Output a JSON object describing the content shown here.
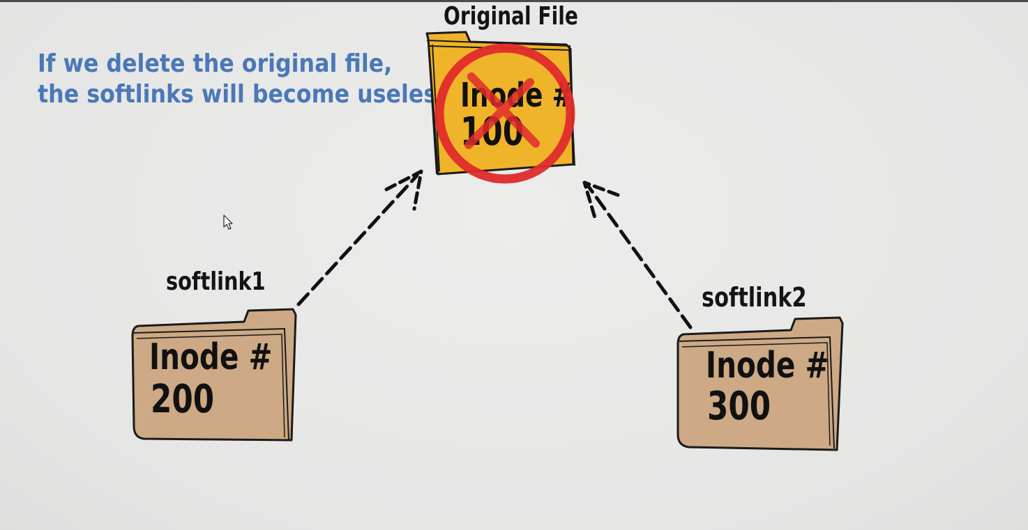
{
  "caption": {
    "line1": "If we delete the original file,",
    "line2": "the softlinks will become useless!"
  },
  "nodes": {
    "original": {
      "label": "Original File",
      "inode_word": "Inode #",
      "inode_number": "100",
      "deleted": true
    },
    "softlink1": {
      "label": "softlink1",
      "inode_word": "Inode #",
      "inode_number": "200"
    },
    "softlink2": {
      "label": "softlink2",
      "inode_word": "Inode #",
      "inode_number": "300"
    }
  },
  "colors": {
    "caption_text": "#4a78b8",
    "original_folder": "#f0b42a",
    "softlink_folder": "#cda985",
    "delete_mark": "#e02b2b",
    "outline": "#1a1a1a"
  },
  "icons": {
    "delete_mark": "prohibited-circle-cross-icon",
    "pointer": "mouse-cursor-icon"
  }
}
